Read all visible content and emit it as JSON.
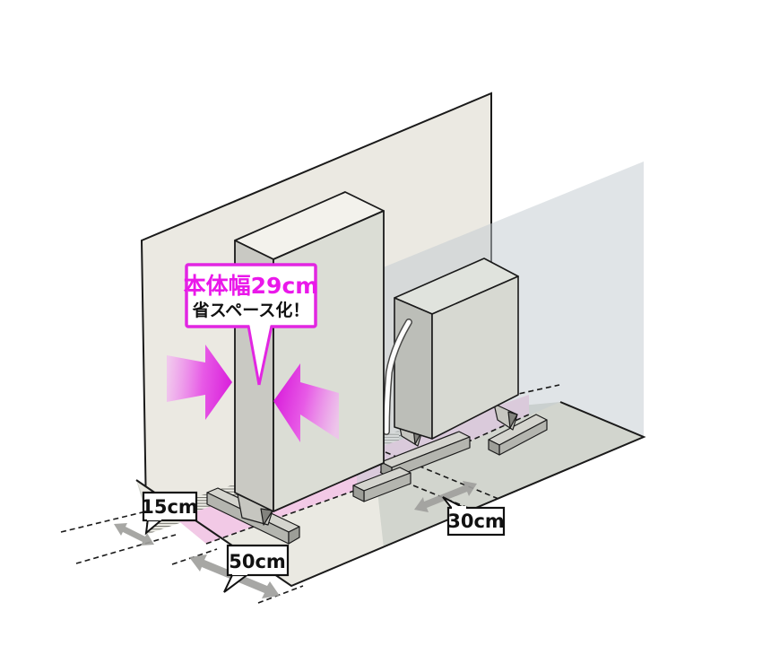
{
  "callout": {
    "line1": "本体幅29cm",
    "line2": "省スペース化！"
  },
  "dimension_labels": {
    "wall_clearance": "15cm",
    "front_depth": "50cm",
    "side_clearance": "30cm"
  },
  "annotations": {
    "compress_arrow_left": "magenta-compress-arrow-pointing-right",
    "compress_arrow_right": "magenta-compress-arrow-pointing-left",
    "dimension_arrow_15cm": "gray-double-arrow",
    "dimension_arrow_50cm": "gray-double-arrow",
    "dimension_arrow_30cm": "gray-double-arrow"
  },
  "colors": {
    "magenta": "#e226e2",
    "magenta_text": "#ea18ea",
    "pink_floor_strip": "#f2c9e6",
    "wall": "#ebe9e2",
    "floor": "#d2d5ce",
    "floor_highlight": "#eae9e2",
    "ghost_panel": "#c6cfd4",
    "arrow_gray": "#a0a09d",
    "outline": "#1a1a1a"
  }
}
